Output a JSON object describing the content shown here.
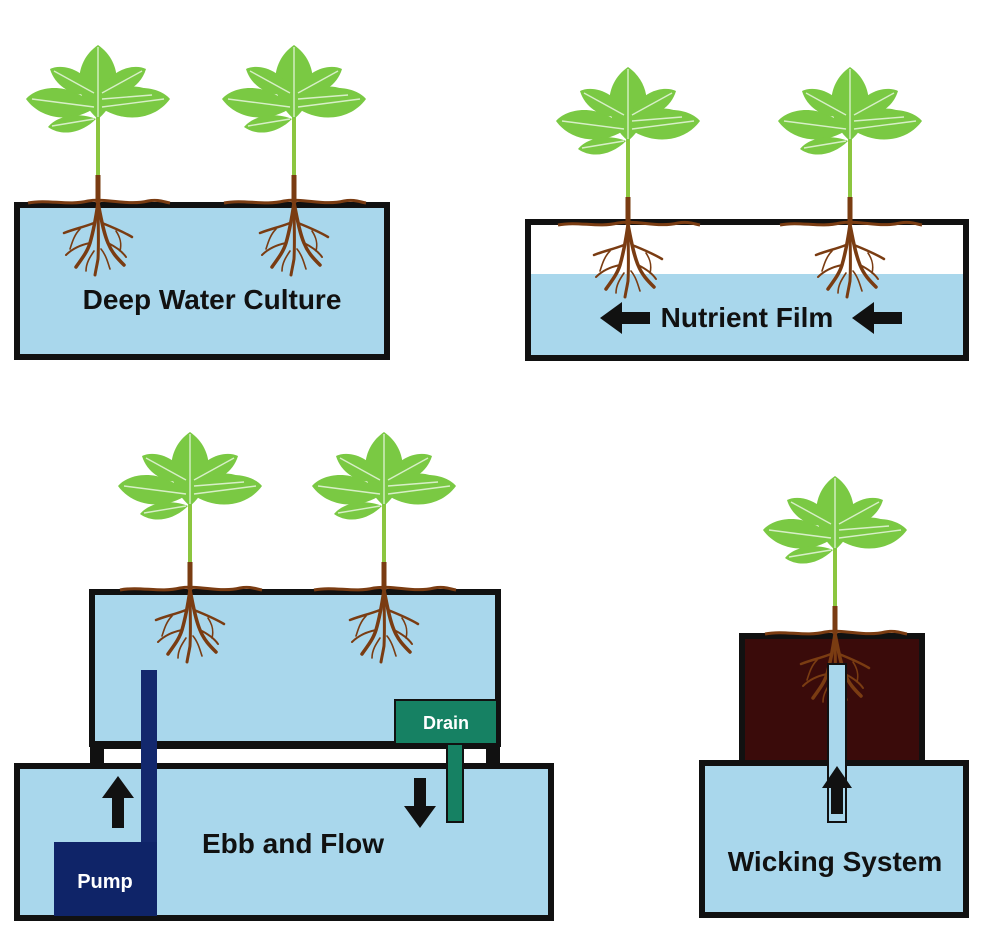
{
  "labels": {
    "dwc": "Deep Water Culture",
    "nft": "Nutrient Film",
    "ebb": "Ebb and Flow",
    "pump": "Pump",
    "drain": "Drain",
    "wick": "Wicking System"
  },
  "colors": {
    "water": "#a9d7ec",
    "outline": "#111111",
    "pump": "#0f2468",
    "pipe": "#13286d",
    "drain": "#168163",
    "soil": "#3a0b0a",
    "root": "#7a3c12",
    "leaf": "#7ac943",
    "leaf_dark": "#4e9a28",
    "stem": "#8cc63f",
    "arrow": "#111111"
  },
  "icons": [
    "plant-icon",
    "arrow-left-icon",
    "arrow-up-icon",
    "arrow-down-icon"
  ]
}
